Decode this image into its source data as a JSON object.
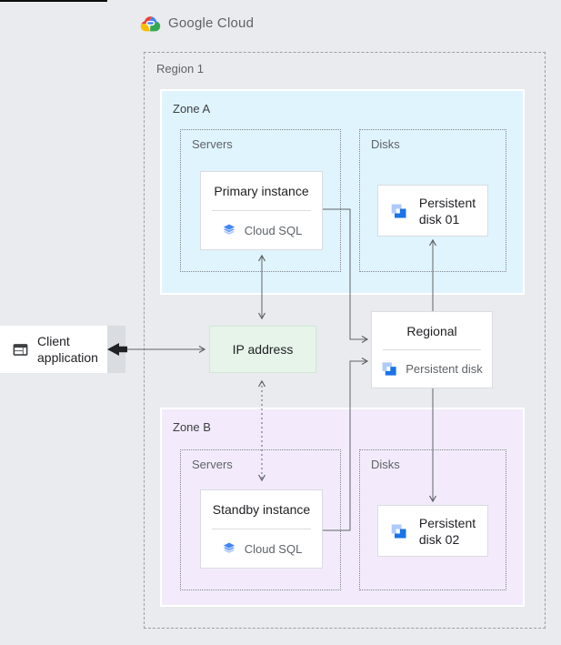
{
  "header": {
    "logo_text": "Google Cloud"
  },
  "region": {
    "label": "Region 1"
  },
  "zone_a": {
    "label": "Zone A",
    "servers_label": "Servers",
    "disks_label": "Disks",
    "instance": {
      "title": "Primary instance",
      "product": "Cloud SQL"
    },
    "disk": {
      "title_line1": "Persistent",
      "title_line2": "disk 01"
    }
  },
  "zone_b": {
    "label": "Zone B",
    "servers_label": "Servers",
    "disks_label": "Disks",
    "instance": {
      "title": "Standby instance",
      "product": "Cloud SQL"
    },
    "disk": {
      "title_line1": "Persistent",
      "title_line2": "disk 02"
    }
  },
  "ip_box": {
    "label": "IP address"
  },
  "regional_disk": {
    "title": "Regional",
    "subtitle": "Persistent disk"
  },
  "client": {
    "title_line1": "Client",
    "title_line2": "application"
  },
  "colors": {
    "page_bg": "#e9ebee",
    "zone_a_bg": "#e0f4fd",
    "zone_b_bg": "#f3ebfb",
    "ip_bg": "#e6f4ea",
    "card_border": "#dadce0",
    "arrow_gray": "#5f6368",
    "bold_arrow": "#202124",
    "logo_blue": "#4285f4",
    "logo_red": "#ea4335",
    "logo_yellow": "#fbbc05",
    "logo_green": "#34a853",
    "disk_icon_light": "#aecbfa",
    "disk_icon_dark": "#1a73e8"
  }
}
